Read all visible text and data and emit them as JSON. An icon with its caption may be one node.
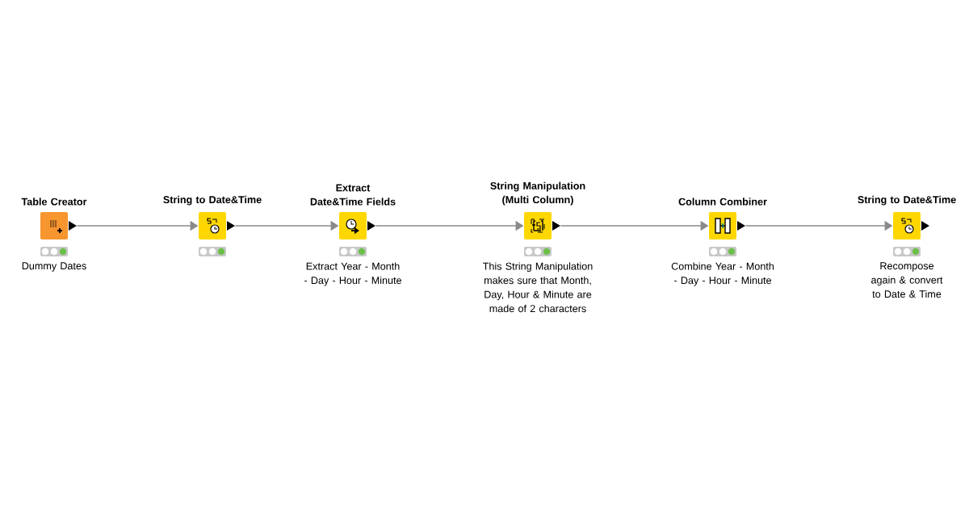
{
  "diagram": {
    "nodes": [
      {
        "text": [
          "Table Creator"
        ],
        "beside": [
          "Dummy Dates"
        ]
      },
      {
        "text": [
          "String to Date&Time"
        ]
      },
      {
        "text": [
          "Extract Date&Time Fields"
        ],
        "beside": [
          "Extract Year - Month - Day - Hour - Minute"
        ]
      },
      {
        "text": [
          "String Manipulation (Multi Column)"
        ],
        "beside": [
          "This String Manipulation makes sure that Month, Day, Hour & Minute are made of 2 characters"
        ]
      },
      {
        "text": [
          "Column Combiner"
        ],
        "beside": [
          "Combine Year - Month - Day - Hour - Minute"
        ]
      },
      {
        "text": [
          "String to Date&Time"
        ],
        "beside": [
          "Recompose again & convert to Date & Time"
        ]
      }
    ],
    "edges": [
      {
        "from": 0,
        "to": 1,
        "arrow": "to"
      },
      {
        "from": 1,
        "to": 2,
        "arrow": "to"
      },
      {
        "from": 2,
        "to": 3,
        "arrow": "to"
      },
      {
        "from": 3,
        "to": 4,
        "arrow": "to"
      },
      {
        "from": 4,
        "to": 5,
        "arrow": "to"
      }
    ]
  }
}
